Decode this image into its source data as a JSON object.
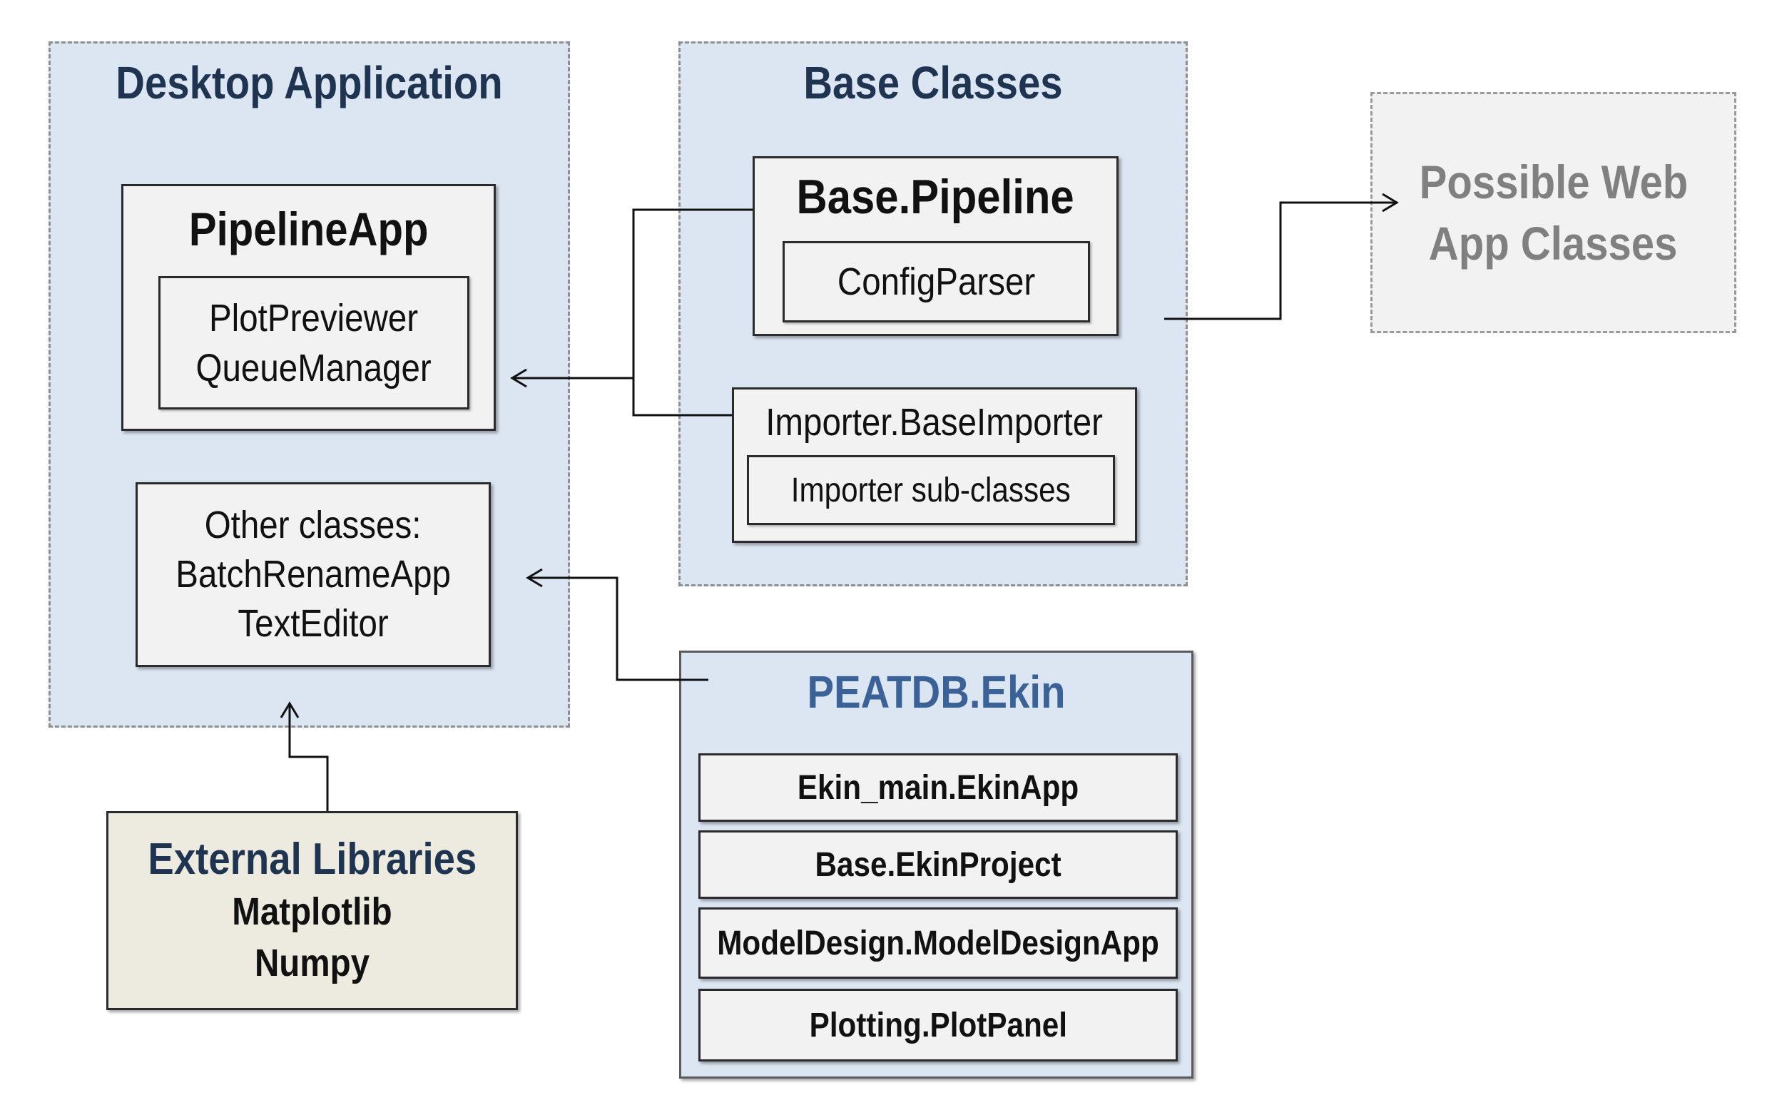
{
  "groups": {
    "desktop": {
      "title": "Desktop Application",
      "pipeline_app": {
        "title": "PipelineApp",
        "inner": [
          "PlotPreviewer",
          "QueueManager"
        ]
      },
      "other": {
        "lines": [
          "Other classes:",
          "BatchRenameApp",
          "TextEditor"
        ]
      }
    },
    "base": {
      "title": "Base Classes",
      "pipeline": {
        "title": "Base.Pipeline",
        "inner": "ConfigParser"
      },
      "importer": {
        "title": "Importer.BaseImporter",
        "inner": "Importer sub-classes"
      }
    },
    "web": {
      "lines": [
        "Possible Web",
        "App Classes"
      ]
    },
    "ekin": {
      "title": "PEATDB.Ekin",
      "items": [
        "Ekin_main.EkinApp",
        "Base.EkinProject",
        "ModelDesign.ModelDesignApp",
        "Plotting.PlotPanel"
      ]
    },
    "external": {
      "lines": [
        "External Libraries",
        "Matplotlib",
        "Numpy"
      ]
    }
  },
  "colors": {
    "group_fill": "#dce6f2",
    "box_fill": "#f2f2f2",
    "external_fill": "#edebe0",
    "web_fill": "#f2f2f2",
    "title_dark": "#1f3450",
    "title_blue": "#3a6296",
    "web_text": "#808080"
  }
}
